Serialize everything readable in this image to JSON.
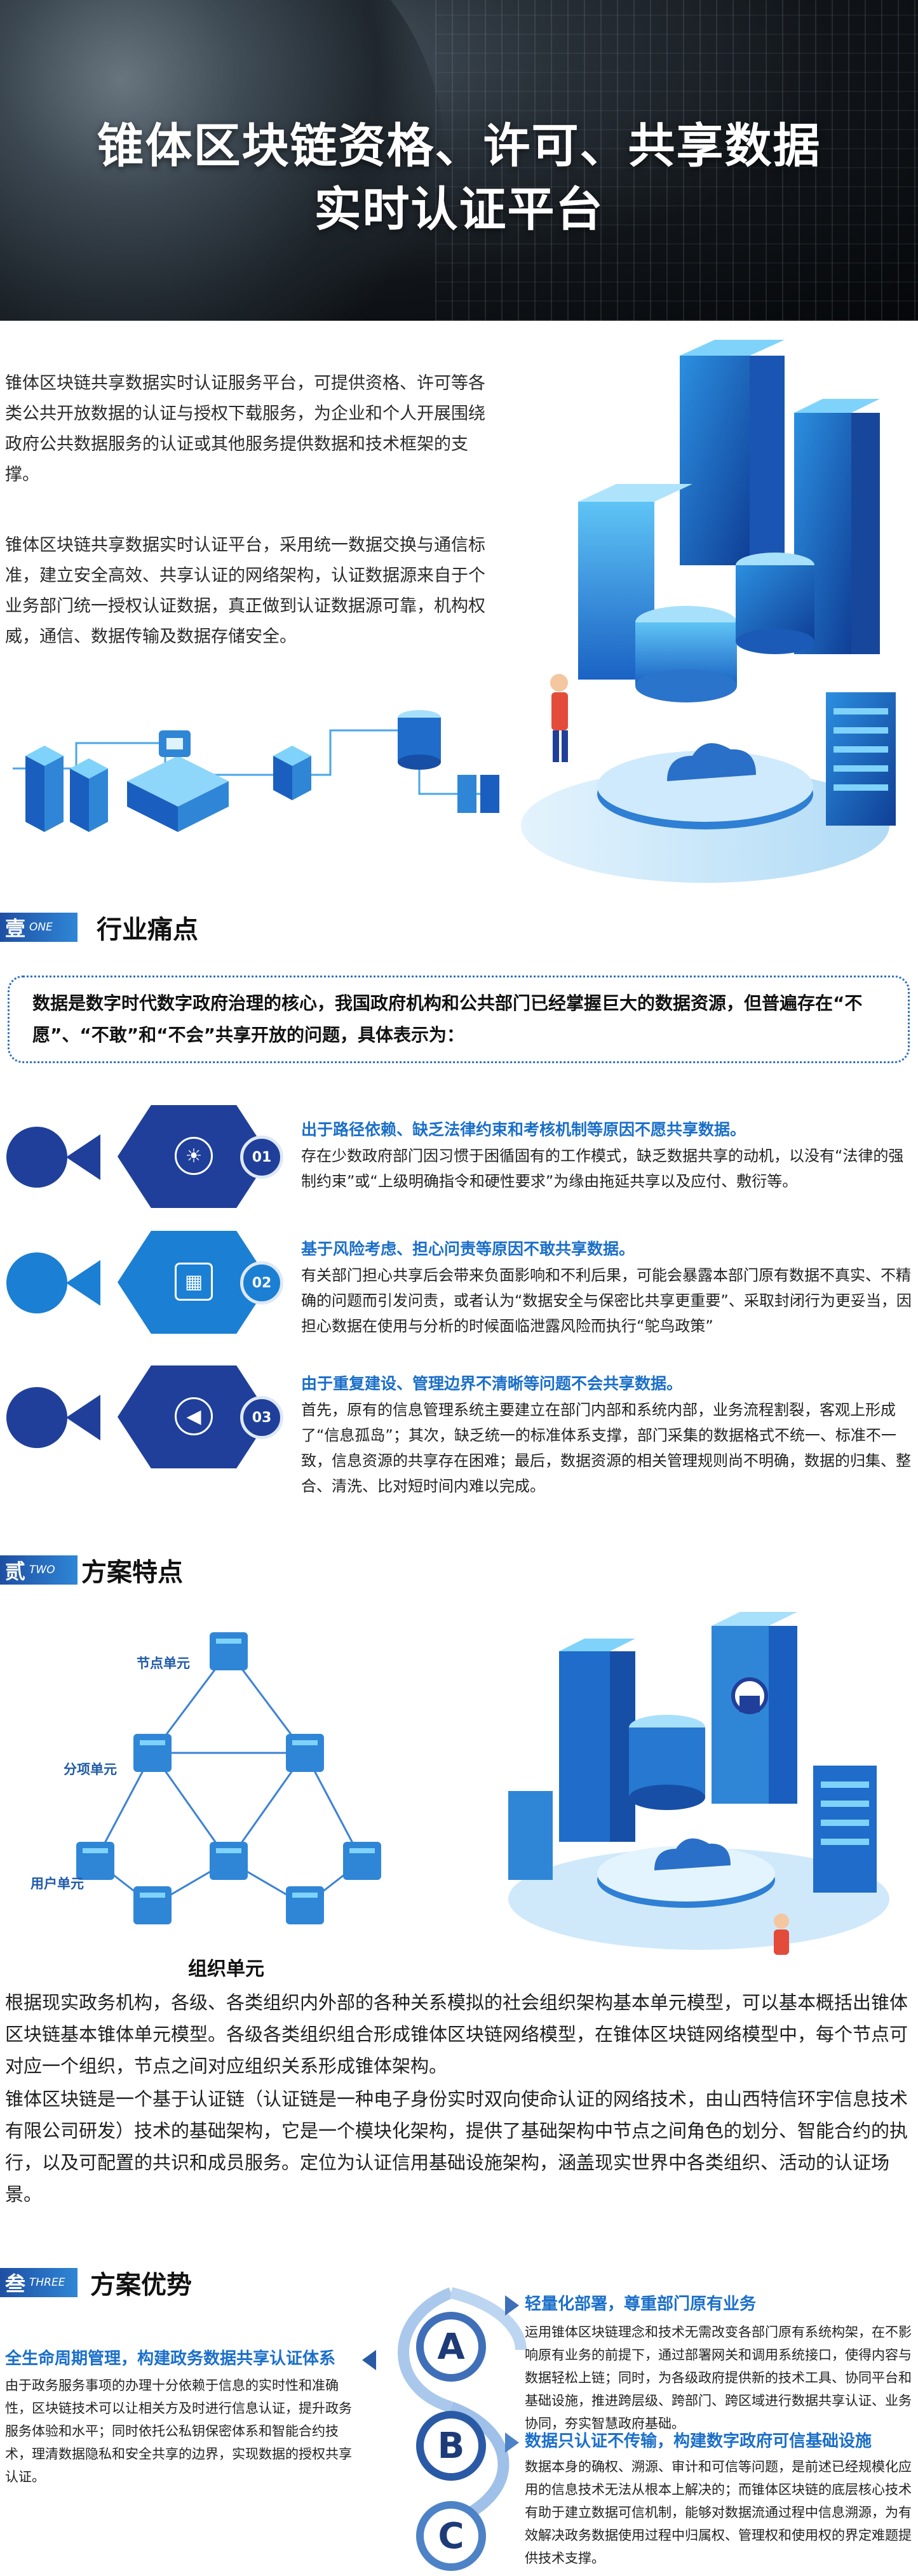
{
  "hero": {
    "title_line1": "锥体区块链资格、许可、共享数据",
    "title_line2": "实时认证平台"
  },
  "intro": {
    "p1": "锥体区块链共享数据实时认证服务平台，可提供资格、许可等各类公共开放数据的认证与授权下载服务，为企业和个人开展围绕政府公共数据服务的认证或其他服务提供数据和技术框架的支撑。",
    "p2": "锥体区块链共享数据实时认证平台，采用统一数据交换与通信标准，建立安全高效、共享认证的网络架构，认证数据源来自于个业务部门统一授权认证数据，真正做到认证数据源可靠，机构权威，通信、数据传输及数据存储安全。"
  },
  "section1": {
    "badge_cn": "壹",
    "badge_en": "ONE",
    "title": "行业痛点"
  },
  "pain_intro": "数据是数字时代数字政府治理的核心，我国政府机构和公共部门已经掌握巨大的数据资源，但普遍存在“不愿”、“不敢”和“不会”共享开放的问题，具体表示为：",
  "pain_points": [
    {
      "num": "01",
      "icon": "lightbulb-icon",
      "title": "出于路径依赖、缺乏法律约束和考核机制等原因不愿共享数据。",
      "body": "存在少数政府部门因习惯于困循固有的工作模式，缺乏数据共享的动机，以没有“法律的强制约束”或“上级明确指令和硬性要求”为缘由拖延共享以及应付、敷衍等。"
    },
    {
      "num": "02",
      "icon": "calendar-icon",
      "title": "基于风险考虑、担心问责等原因不敢共享数据。",
      "body": "有关部门担心共享后会带来负面影响和不利后果，可能会暴露本部门原有数据不真实、不精确的问题而引发问责，或者认为“数据安全与保密比共享更重要”、采取封闭行为更妥当，因担心数据在使用与分析的时候面临泄露风险而执行“鸵鸟政策”"
    },
    {
      "num": "03",
      "icon": "megaphone-icon",
      "title": "由于重复建设、管理边界不清晰等问题不会共享数据。",
      "body": "首先，原有的信息管理系统主要建立在部门内部和系统内部，业务流程割裂，客观上形成了“信息孤岛”；其次，缺乏统一的标准体系支撑，部门采集的数据格式不统一、标准不一致，信息资源的共享存在困难；最后，数据资源的相关管理规则尚不明确，数据的归集、整合、清洗、比对短时间内难以完成。"
    }
  ],
  "section2": {
    "badge_cn": "贰",
    "badge_en": "TWO",
    "title": "方案特点"
  },
  "network": {
    "label_node": "节点单元",
    "label_branch": "分项单元",
    "label_user": "用户单元",
    "caption": "组织单元"
  },
  "section2_text": {
    "p1": "根据现实政务机构，各级、各类组织内外部的各种关系模拟的社会组织架构基本单元模型，可以基本概括出锥体区块链基本锥体单元模型。各级各类组织组合形成锥体区块链网络模型，在锥体区块链网络模型中，每个节点可对应一个组织，节点之间对应组织关系形成锥体架构。",
    "p2": "锥体区块链是一个基于认证链（认证链是一种电子身份实时双向使命认证的网络技术，由山西特信环宇信息技术有限公司研发）技术的基础架构，它是一个模块化架构，提供了基础架构中节点之间角色的划分、智能合约的执行，以及可配置的共识和成员服务。定位为认证信用基础设施架构，涵盖现实世界中各类组织、活动的认证场景。"
  },
  "section3": {
    "badge_cn": "叁",
    "badge_en": "THREE",
    "title": "方案优势"
  },
  "advantages": [
    {
      "letter": "A",
      "title": "轻量化部署，尊重部门原有业务",
      "body": "运用锥体区块链理念和技术无需改变各部门原有系统构架，在不影响原有业务的前提下，通过部署网关和调用系统接口，使得内容与数据轻松上链；同时，为各级政府提供新的技术工具、协同平台和基础设施，推进跨层级、跨部门、跨区域进行数据共享认证、业务协同，夯实智慧政府基础。"
    },
    {
      "letter": "B",
      "title": "全生命周期管理，构建政务数据共享认证体系",
      "body": "由于政务服务事项的办理十分依赖于信息的实时性和准确性，区块链技术可以让相关方及时进行信息认证，提升政务服务体验和水平；同时依托公私钥保密体系和智能合约技术，理清数据隐私和安全共享的边界，实现数据的授权共享认证。"
    },
    {
      "letter": "C",
      "title": "数据只认证不传输，构建数字政府可信基础设施",
      "body": "数据本身的确权、溯源、审计和可信等问题，是前述已经规模化应用的信息技术无法从根本上解决的；而锥体区块链的底层核心技术有助于建立数据可信机制，能够对数据流通过程中信息溯源，为有效解决政务数据使用过程中归属权、管理权和使用权的界定难题提供技术支撑。"
    }
  ],
  "colors": {
    "primary": "#1f3f9a",
    "accent": "#1b7fd4",
    "heading_blue": "#1a6fc9"
  }
}
